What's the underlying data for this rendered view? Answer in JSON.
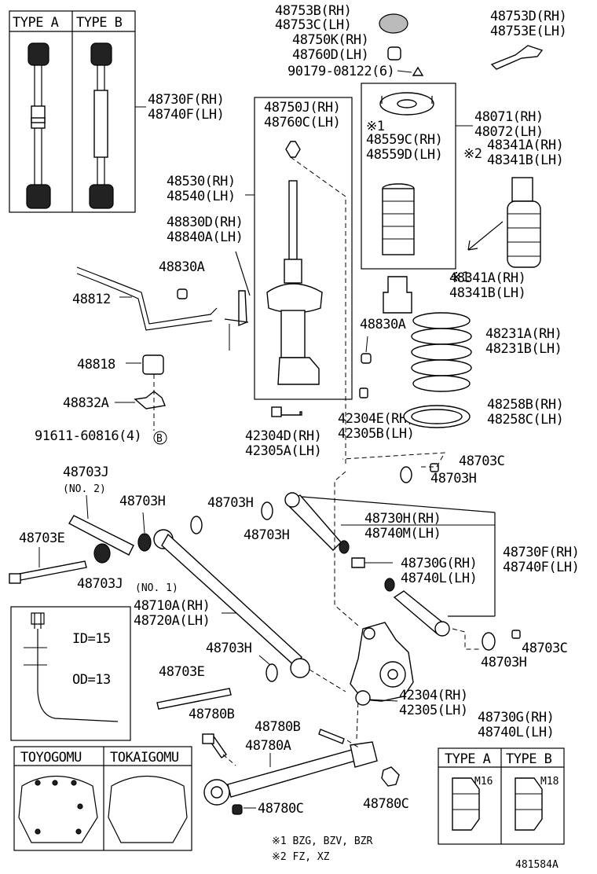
{
  "diagram_id": "481584A",
  "footnotes": {
    "note1": "※1 BZG, BZV, BZR",
    "note2": "※2 FZ, XZ"
  },
  "inset_link_type": {
    "type_a": "TYPE A",
    "type_b": "TYPE B"
  },
  "inset_nut_type": {
    "type_a": "TYPE A",
    "type_b": "TYPE B",
    "size_a": "M16",
    "size_b": "M18"
  },
  "inset_bushing": {
    "toyogomu": "TOYOGOMU",
    "tokaigomu": "TOKAIGOMU"
  },
  "inset_stabilizer": {
    "id": "ID=15",
    "od": "OD=13"
  },
  "labels": {
    "p48753b": "48753B(RH)",
    "p48753c": "48753C(LH)",
    "p48750k": "48750K(RH)",
    "p48760d": "48760D(LH)",
    "p90179": "90179-08122(6)",
    "p48753d": "48753D(RH)",
    "p48753e": "48753E(LH)",
    "p48730f_top": "48730F(RH)",
    "p48740f_top": "48740F(LH)",
    "p48750j": "48750J(RH)",
    "p48760c": "48760C(LH)",
    "note1_marker": "※1",
    "p48559c": "48559C(RH)",
    "p48559d": "48559D(LH)",
    "p48071": "48071(RH)",
    "p48072": "48072(LH)",
    "note2_marker": "※2",
    "p48341a_top": "48341A(RH)",
    "p48341b_top": "48341B(LH)",
    "p48530": "48530(RH)",
    "p48540": "48540(LH)",
    "p48830d": "48830D(RH)",
    "p48840a": "48840A(LH)",
    "p48830a_left": "48830A",
    "p48812": "48812",
    "note1_marker_b": "※1",
    "p48341a_mid": "48341A(RH)",
    "p48341b_mid": "48341B(LH)",
    "p48830a_right": "48830A",
    "p48231a": "48231A(RH)",
    "p48231b": "48231B(LH)",
    "p48818": "48818",
    "p48832a": "48832A",
    "p91611": "91611-60816(4)",
    "circle_b": "B",
    "p42304e": "42304E(RH)",
    "p42305b": "42305B(LH)",
    "p48258b": "48258B(RH)",
    "p48258c": "48258C(LH)",
    "p42304d": "42304D(RH)",
    "p42305a": "42305A(LH)",
    "p48703c_top": "48703C",
    "p48703h_top": "48703H",
    "p48703j_no2": "48703J",
    "no2": "(NO. 2)",
    "p48703h_a": "48703H",
    "p48703h_b": "48703H",
    "p48703h_c": "48703H",
    "p48730h": "48730H(RH)",
    "p48740m": "48740M(LH)",
    "p48703e_left": "48703E",
    "p48730f_right": "48730F(RH)",
    "p48740f_right": "48740F(LH)",
    "p48730g_mid": "48730G(RH)",
    "p48740l_mid": "48740L(LH)",
    "p48703j_no1": "48703J",
    "no1": "(NO. 1)",
    "p48710a": "48710A(RH)",
    "p48720a": "48720A(LH)",
    "p48703h_d": "48703H",
    "p48703c_right": "48703C",
    "p48703h_e": "48703H",
    "p48703e_mid": "48703E",
    "p42304": "42304(RH)",
    "p42305": "42305(LH)",
    "p48780b_left": "48780B",
    "p48780b_mid": "48780B",
    "p48780a": "48780A",
    "p48730g_bot": "48730G(RH)",
    "p48740l_bot": "48740L(LH)",
    "p48780c_left": "48780C",
    "p48780c_right": "48780C"
  }
}
